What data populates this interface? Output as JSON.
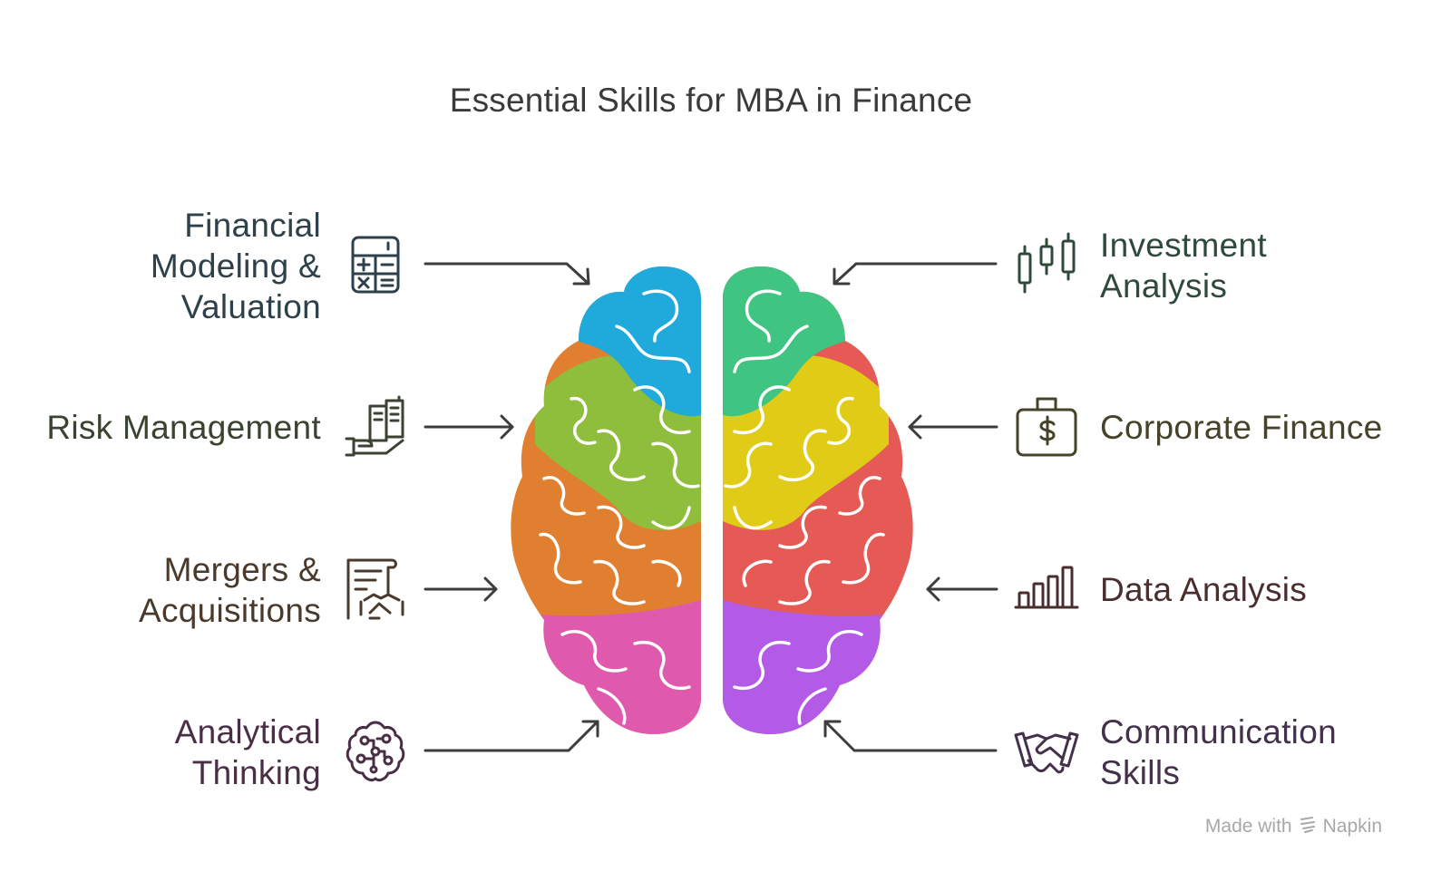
{
  "title": "Essential Skills for MBA in Finance",
  "left_items": [
    {
      "lines": [
        "Financial",
        "Modeling &",
        "Valuation"
      ],
      "icon": "calculator-icon",
      "color": "#2e4049"
    },
    {
      "lines": [
        "Risk Management"
      ],
      "icon": "hand-holding-documents-icon",
      "color": "#3a4230"
    },
    {
      "lines": [
        "Mergers &",
        "Acquisitions"
      ],
      "icon": "contract-handshake-icon",
      "color": "#4a3a2c"
    },
    {
      "lines": [
        "Analytical",
        "Thinking"
      ],
      "icon": "brain-circuit-icon",
      "color": "#4a2e45"
    }
  ],
  "right_items": [
    {
      "lines": [
        "Investment",
        "Analysis"
      ],
      "icon": "candlestick-chart-icon",
      "color": "#2f4a3a"
    },
    {
      "lines": [
        "Corporate Finance"
      ],
      "icon": "money-bag-icon",
      "color": "#45432a"
    },
    {
      "lines": [
        "Data Analysis"
      ],
      "icon": "bar-chart-icon",
      "color": "#4a2e2e"
    },
    {
      "lines": [
        "Communication",
        "Skills"
      ],
      "icon": "handshake-icon",
      "color": "#43304a"
    }
  ],
  "brain_colors": {
    "blue": "#1faadb",
    "green": "#40c481",
    "lime": "#8fbd3c",
    "yellow": "#e0cb16",
    "orange": "#e07f30",
    "red": "#e55a55",
    "pink": "#df5aad",
    "purple": "#b35ae6"
  },
  "watermark": {
    "prefix": "Made with",
    "brand": "Napkin"
  }
}
